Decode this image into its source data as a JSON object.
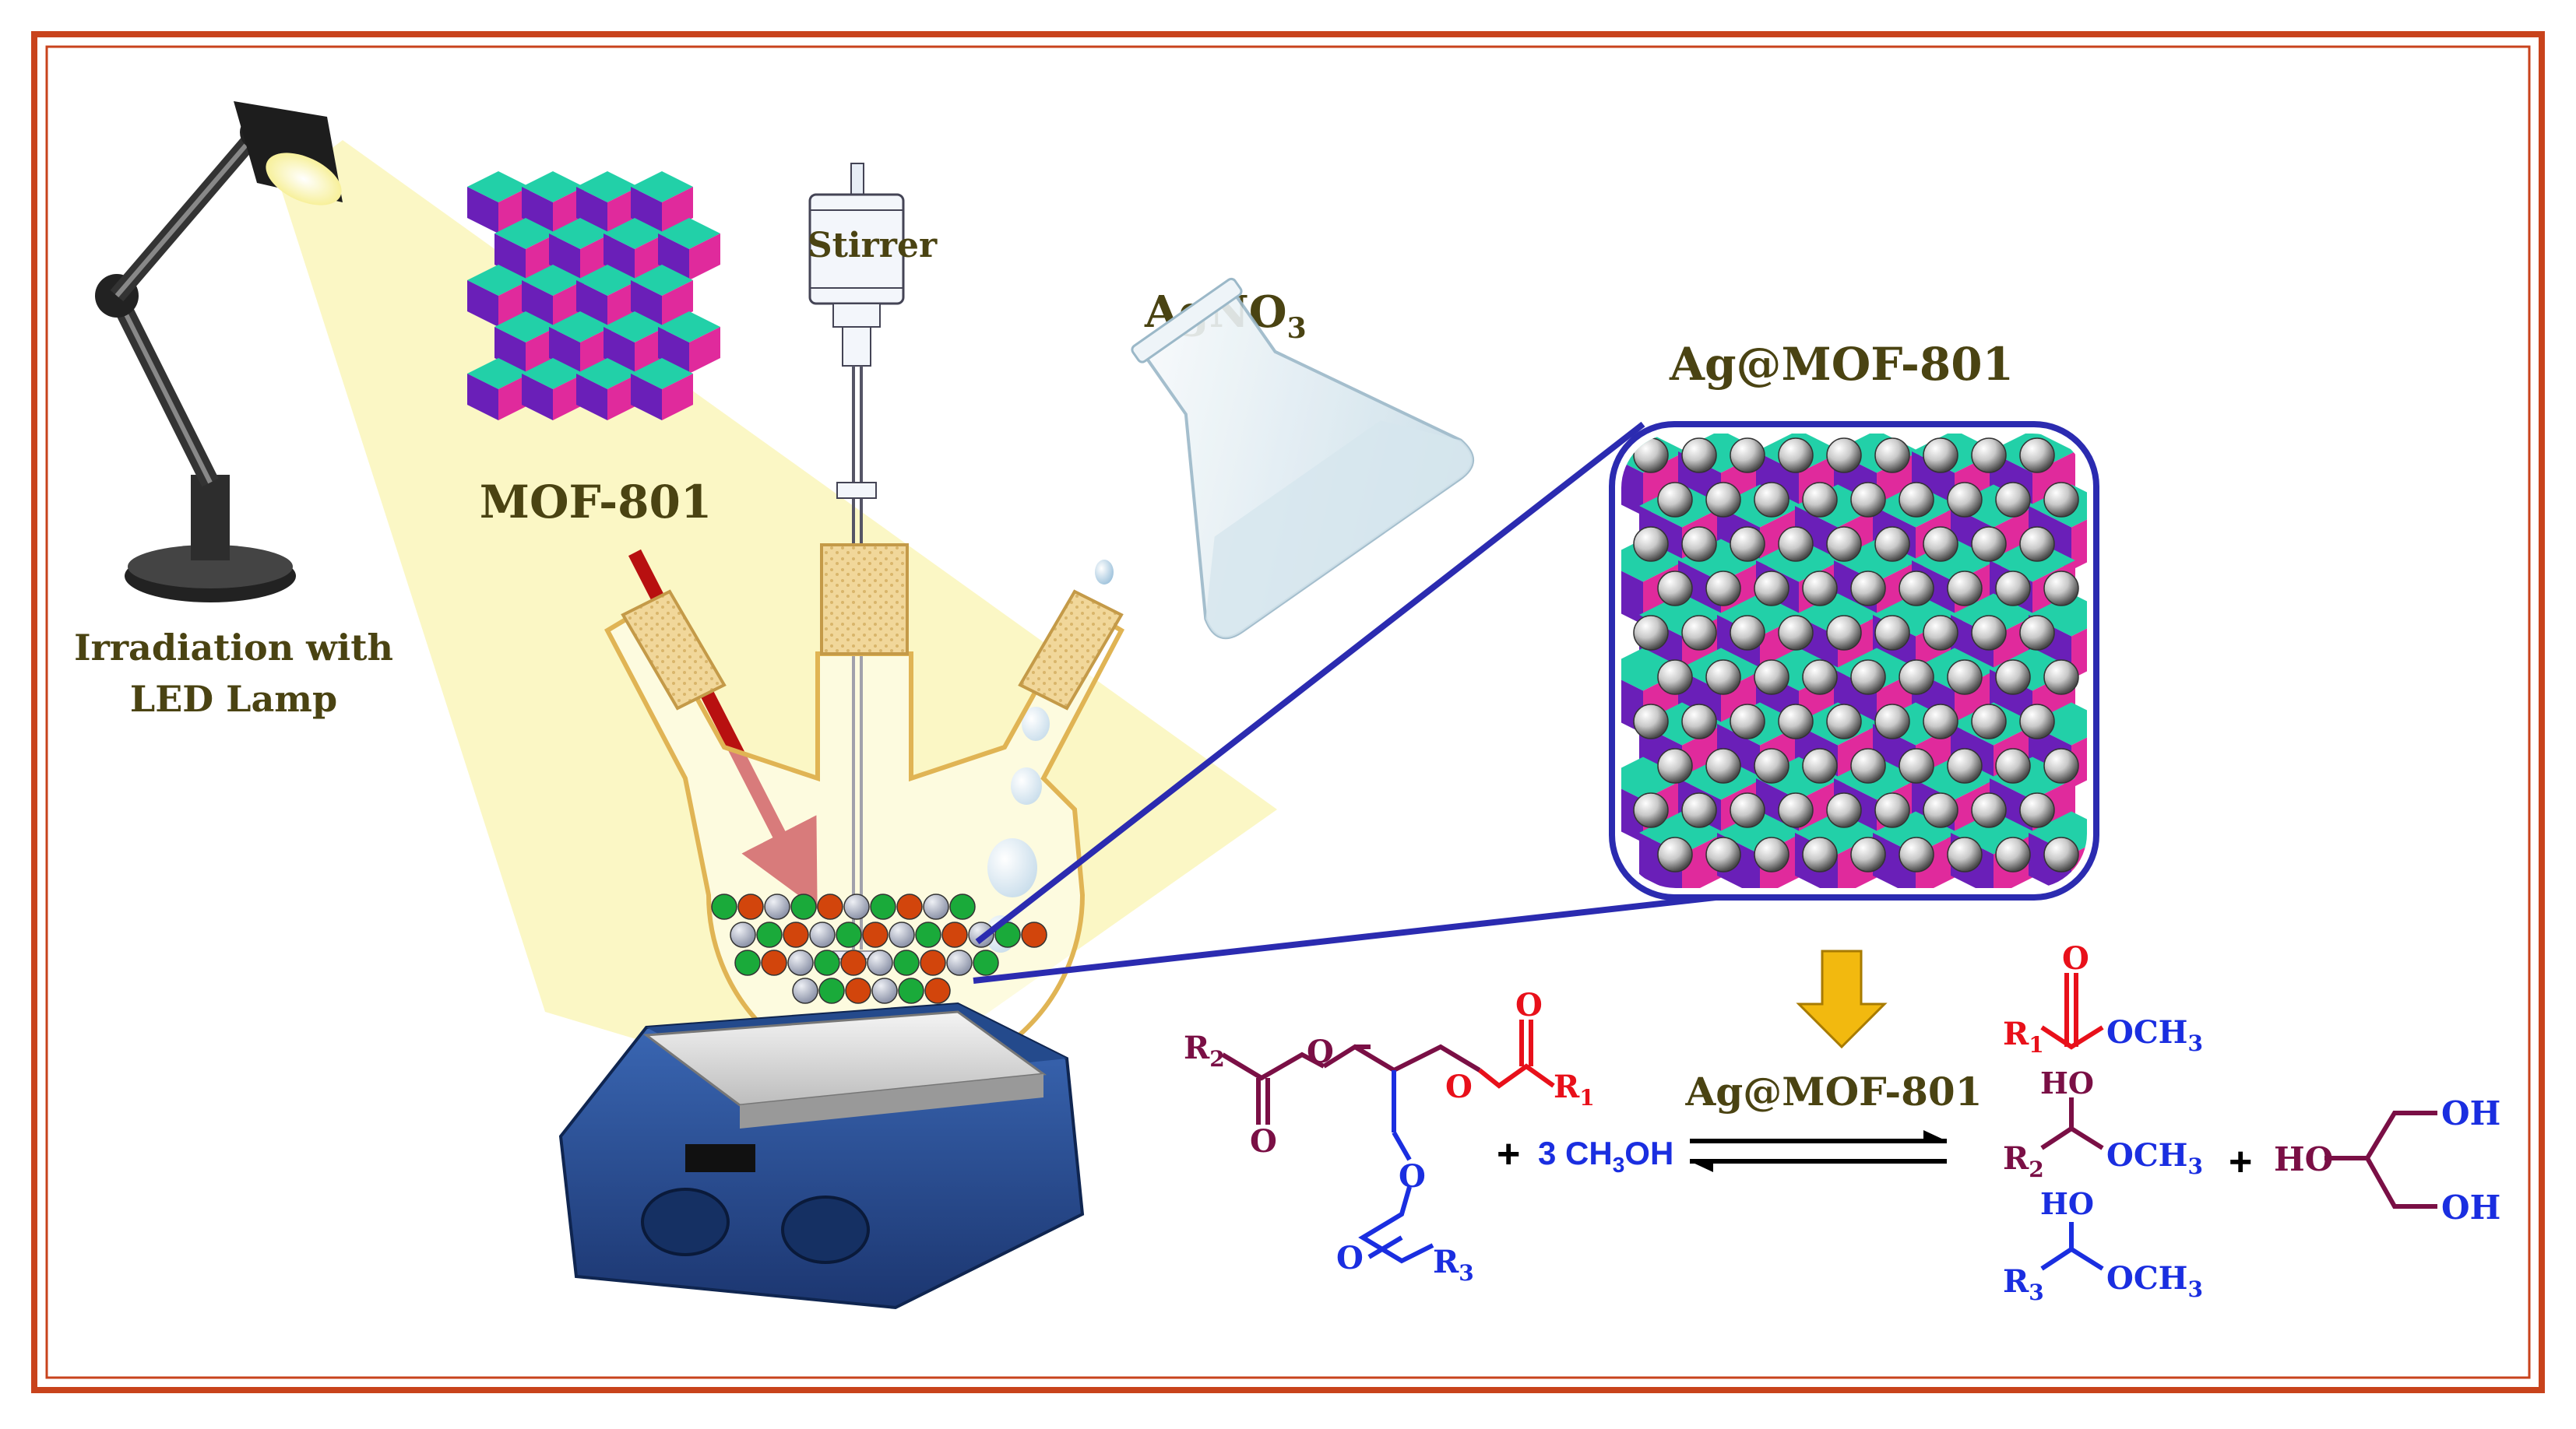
{
  "labels": {
    "lamp_line1": "Irradiation with",
    "lamp_line2": "LED Lamp",
    "mof": "MOF-801",
    "stirrer": "Stirrer",
    "agno3_main": "AgNO",
    "agno3_sub": "3",
    "ag_mof_top": "Ag@MOF-801",
    "ag_mof_catalyst": "Ag@MOF-801"
  },
  "reaction": {
    "triglyceride": {
      "r1": "R",
      "r1_sub": "1",
      "r2": "R",
      "r2_sub": "2",
      "r3": "R",
      "r3_sub": "3",
      "o": "O"
    },
    "plus1": "+",
    "methanol": "3 CH",
    "methanol_sub": "3",
    "methanol_end": "OH",
    "plus2": "+",
    "plus3": "+",
    "product1": {
      "r": "R",
      "r_sub": "1",
      "o": "O",
      "och3": "OCH",
      "och3_sub": "3"
    },
    "product2": {
      "r": "R",
      "r_sub": "2",
      "ho": "HO",
      "och3": "OCH",
      "och3_sub": "3"
    },
    "product3": {
      "r": "R",
      "r_sub": "3",
      "ho": "HO",
      "och3": "OCH",
      "och3_sub": "3"
    },
    "glycerol": {
      "ho": "HO",
      "oh_top": "OH",
      "oh_bottom": "OH"
    }
  },
  "colors": {
    "frame": "#c8431c",
    "label_text": "#4a4312",
    "zoom_box": "#2b2bb0",
    "arrow_red": "#b81010",
    "arrow_yellow": "#f2b90f",
    "r1": "#e8101a",
    "r2": "#7a0f45",
    "r3": "#1a2ee0",
    "hotplate": "#2a4f95"
  }
}
